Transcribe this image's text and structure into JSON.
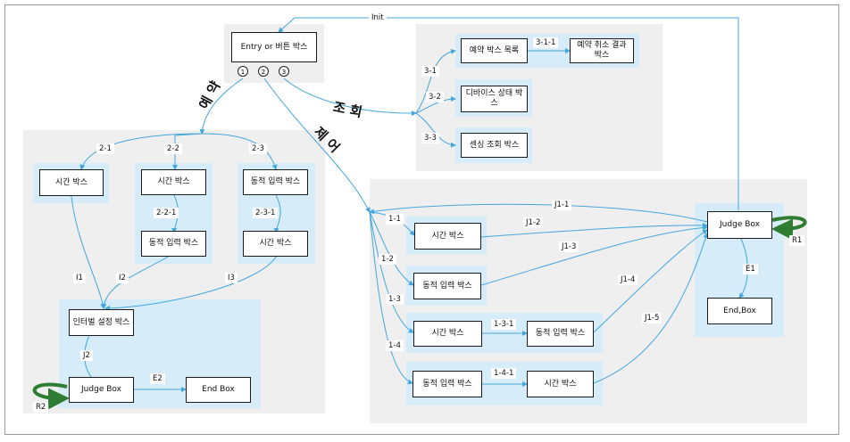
{
  "colors": {
    "arrow": "#43a6dc",
    "panel": "#efefef",
    "zone": "#d6ecf8",
    "loop": "#2e7d32"
  },
  "entry": {
    "label": "Entry or 버튼 박스",
    "options": [
      "1",
      "2",
      "3"
    ]
  },
  "branches": {
    "reserve": "예 약",
    "query": "조 회",
    "control": "제 어"
  },
  "init_label": "Init",
  "reserve": {
    "edges": [
      "2-1",
      "2-2",
      "2-3"
    ],
    "col1": {
      "box": "시간 박스"
    },
    "col2": {
      "box_top": "시간 박스",
      "edge": "2-2-1",
      "box_bottom": "동적 입력 박스"
    },
    "col3": {
      "box_top": "동적 입력 박스",
      "edge": "2-3-1",
      "box_bottom": "시간 박스"
    },
    "to_interval": [
      "I1",
      "I2",
      "I3"
    ],
    "interval_box": "인터벌 설정 박스",
    "j2": "J2",
    "judge": "Judge Box",
    "e2": "E2",
    "end": "End Box",
    "r2": "R2"
  },
  "query": {
    "edges": [
      "3-1",
      "3-2",
      "3-3"
    ],
    "list_box": "예약 박스 목록",
    "edge_311": "3-1-1",
    "cancel_box": "예약 취소 결과 박스",
    "device_box": "디바이스 상태 박스",
    "sensing_box": "센싱 조회 박스"
  },
  "control": {
    "edges": [
      "1-1",
      "1-2",
      "1-3",
      "1-4"
    ],
    "row1": "시간 박스",
    "row2": "동적 입력 박스",
    "row3": {
      "left": "시간 박스",
      "edge": "1-3-1",
      "right": "동적 입력 박스"
    },
    "row4": {
      "left": "동적 입력 박스",
      "edge": "1-4-1",
      "right": "시간 박스"
    },
    "j_edges": [
      "J1-1",
      "J1-2",
      "J1-3",
      "J1-4",
      "J1-5"
    ],
    "judge": "Judge Box",
    "e1": "E1",
    "end": "End,Box",
    "r1": "R1"
  }
}
